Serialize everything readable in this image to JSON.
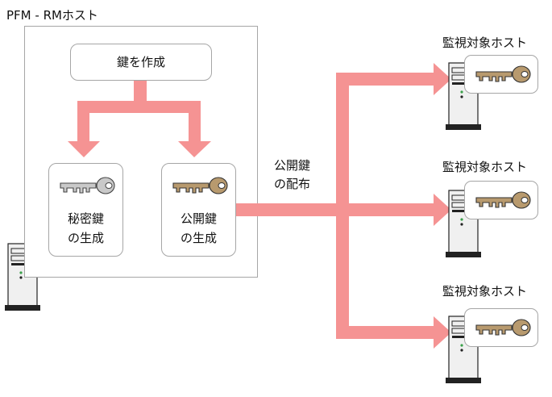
{
  "rm_host": {
    "label": "PFM - RMホスト"
  },
  "create_key": {
    "label": "鍵を作成"
  },
  "private_key": {
    "line1": "秘密鍵",
    "line2": "の生成"
  },
  "public_key": {
    "line1": "公開鍵",
    "line2": "の生成"
  },
  "distribution": {
    "line1": "公開鍵",
    "line2": "の配布"
  },
  "monitored_hosts": [
    {
      "label": "監視対象ホスト"
    },
    {
      "label": "監視対象ホスト"
    },
    {
      "label": "監視対象ホスト"
    }
  ],
  "colors": {
    "arrow": "#f59393",
    "border": "#a6a6a6",
    "key_gray": "#c9c9c9",
    "key_brown": "#b89a6e",
    "key_outline": "#333333"
  }
}
